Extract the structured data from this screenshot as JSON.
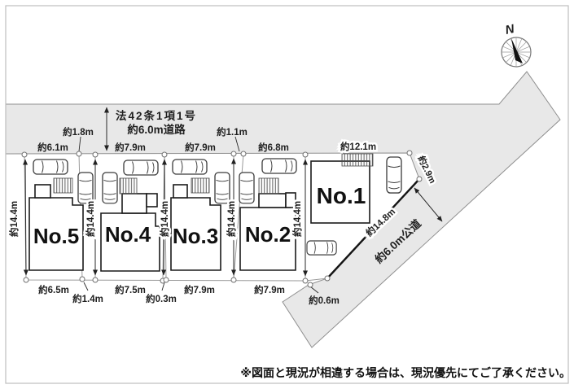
{
  "compass": {
    "north_label": "N"
  },
  "roads": {
    "top_road": {
      "law_line": "法42条1項1号",
      "width_line": "約6.0m道路"
    },
    "side_road": {
      "frontage": "約14.8m",
      "name": "約6.0m公道"
    }
  },
  "dimensions": {
    "top": {
      "lot5_frontage": "約6.1m",
      "gap_a": "約1.8m",
      "lot4_frontage": "約7.9m",
      "lot3_frontage": "約7.9m",
      "gap_b": "約1.1m",
      "lot2_frontage": "約6.8m",
      "lot1_frontage": "約12.1m",
      "lot1_corner": "約2.9m"
    },
    "bottom": {
      "lot5_rear": "約6.5m",
      "gap_a": "約1.4m",
      "lot4_rear": "約7.5m",
      "gap_b": "約0.3m",
      "lot3_rear": "約7.9m",
      "lot2_rear": "約7.9m",
      "lot1_corner": "約0.6m"
    },
    "depth": {
      "d0": "約14.4m",
      "d1": "約14.4m",
      "d2": "約14.4m",
      "d3": "約14.4m",
      "d4": "約14.4m"
    }
  },
  "lots": {
    "lot1": "No.1",
    "lot2": "No.2",
    "lot3": "No.3",
    "lot4": "No.4",
    "lot5": "No.5"
  },
  "note": "※図面と現況が相違する場合は、現況優先にてご了承ください。",
  "colors": {
    "road_fill": "#e8e8e8",
    "boundary_line": "#999999",
    "building_outline": "#1a1a1a"
  }
}
